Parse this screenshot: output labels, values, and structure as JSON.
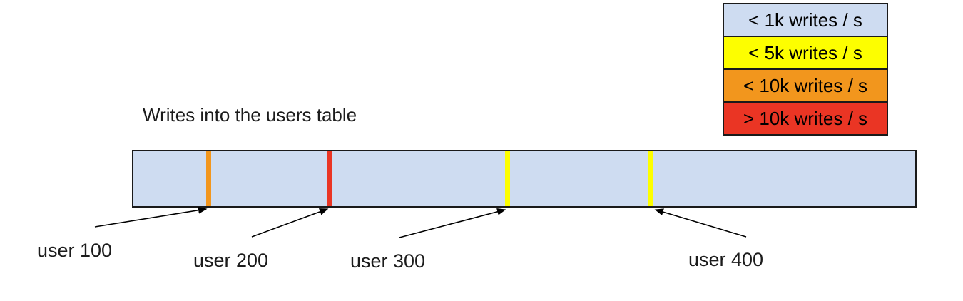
{
  "title": "Writes into the users table",
  "legend": {
    "items": [
      {
        "label": "< 1k writes / s",
        "color": "#cedcf1"
      },
      {
        "label": "< 5k writes / s",
        "color": "#fdfe00"
      },
      {
        "label": "< 10k writes / s",
        "color": "#f2961d"
      },
      {
        "label": "> 10k writes / s",
        "color": "#ea3524"
      }
    ]
  },
  "bar": {
    "fill": "#cedcf1",
    "border_color": "#1a1a1a",
    "markers": [
      {
        "user": "user 100",
        "color": "#f2961d"
      },
      {
        "user": "user 200",
        "color": "#ea3524"
      },
      {
        "user": "user 300",
        "color": "#fdfe00"
      },
      {
        "user": "user 400",
        "color": "#fdfe00"
      }
    ]
  }
}
